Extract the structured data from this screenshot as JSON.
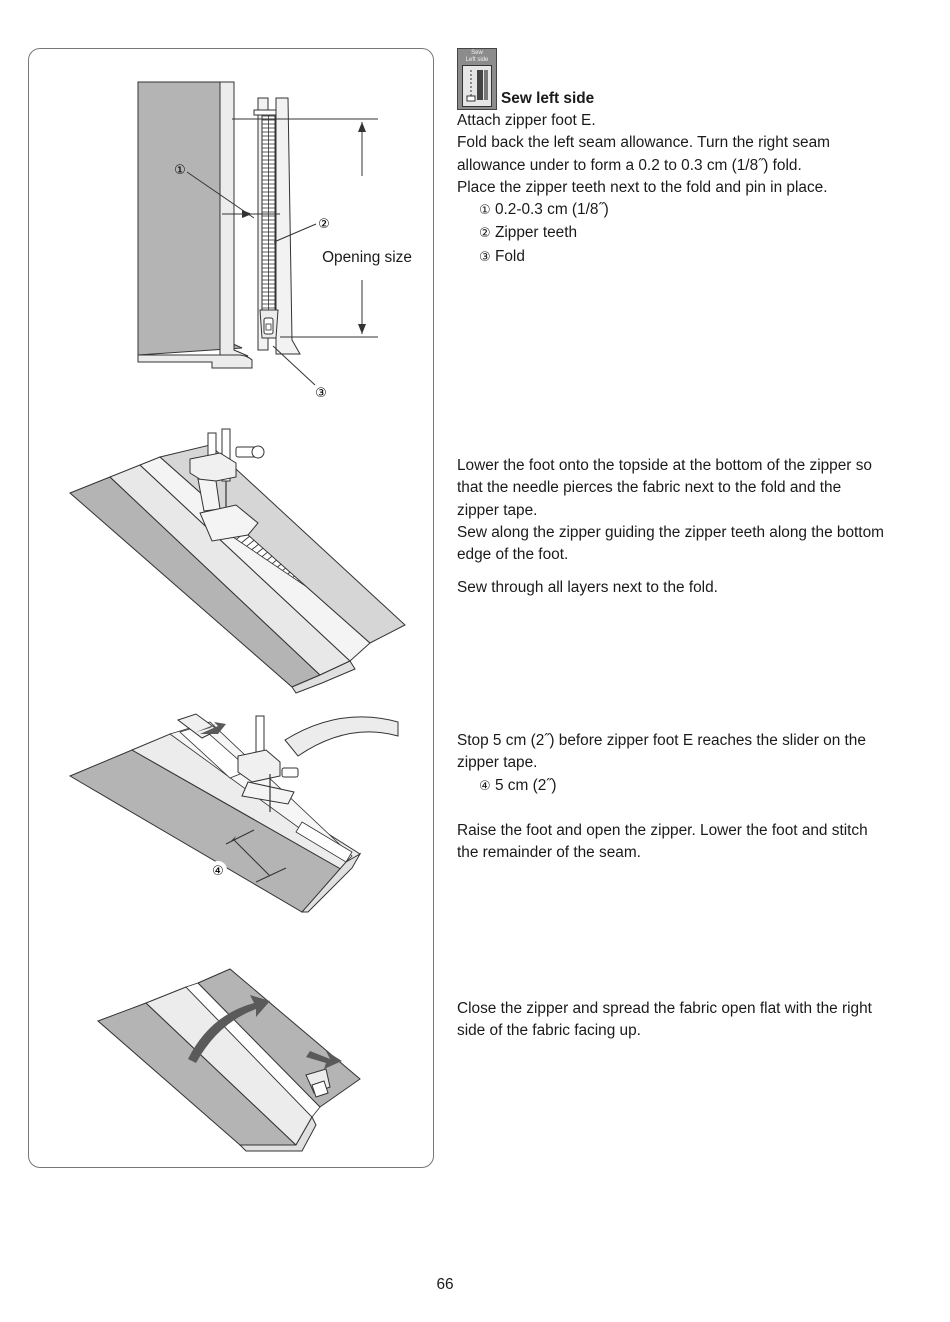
{
  "section": {
    "icon_caption_line1": "Sew",
    "icon_caption_line2": "Left side",
    "title": "Sew left side"
  },
  "step1": {
    "lines": [
      "Attach zipper foot E.",
      "Fold back the left seam allowance. Turn the right seam allowance under to form a 0.2 to 0.3 cm (1/8˝) fold.",
      "Place the zipper teeth next to the fold and pin in place."
    ],
    "items": [
      {
        "num": "①",
        "text": "0.2-0.3 cm (1/8˝)"
      },
      {
        "num": "②",
        "text": "Zipper teeth"
      },
      {
        "num": "③",
        "text": "Fold"
      }
    ]
  },
  "step2": {
    "paragraph1": "Lower the foot onto the topside at the bottom of the zipper so that the needle pierces the fabric next to the fold and the zipper tape.",
    "paragraph2": "Sew along the zipper guiding the zipper teeth along the bottom edge of the foot.",
    "paragraph3": "Sew through all layers next to the fold."
  },
  "step3": {
    "paragraph1": "Stop 5 cm (2˝) before zipper foot E reaches the slider on the zipper tape.",
    "item": {
      "num": "④",
      "text": "5 cm (2˝)"
    },
    "paragraph2": "Raise the foot and open the zipper. Lower the foot and stitch the remainder of the seam."
  },
  "step4": {
    "paragraph1": "Close the zipper and spread the fabric open flat with the right side of the fabric facing up."
  },
  "figure1": {
    "opening_label": "Opening size",
    "callout1": "①",
    "callout2": "②",
    "callout3": "③"
  },
  "figure3": {
    "callout4": "④"
  },
  "page_number": "66",
  "colors": {
    "fabric_gray": "#b4b4b4",
    "fabric_light": "#e8e8e8",
    "arrow_gray": "#5a5a5a"
  }
}
